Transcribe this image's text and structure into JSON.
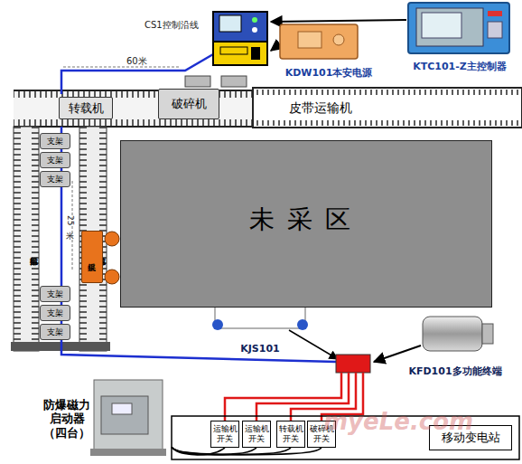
{
  "diagram": {
    "nodes": [
      {
        "text": [
          "KTC101-Z主控制器"
        ]
      },
      {
        "text": [
          "KDW101本安电源"
        ]
      },
      {
        "text": [
          "转载机"
        ]
      },
      {
        "text": [
          "破碎机"
        ]
      },
      {
        "text": [
          "皮带运输机"
        ]
      },
      {
        "text": [
          "后部运输机"
        ]
      },
      {
        "text": [
          "前部运输机"
        ]
      },
      {
        "text": [
          "支架"
        ]
      },
      {
        "text": [
          "支架"
        ]
      },
      {
        "text": [
          "支架"
        ]
      },
      {
        "text": [
          "采煤机"
        ]
      },
      {
        "text": [
          "支架"
        ]
      },
      {
        "text": [
          "支架"
        ]
      },
      {
        "text": [
          "支架"
        ]
      },
      {
        "text": [
          "未采区"
        ]
      },
      {
        "text": [
          "KJS101"
        ]
      },
      {
        "text": [
          "KFD101多功能终端"
        ]
      },
      {
        "text": [
          "防爆磁力 启动器 （四台）"
        ]
      },
      {
        "text": [
          "运输机 开关"
        ]
      },
      {
        "text": [
          "运输机 开关"
        ]
      },
      {
        "text": [
          "转载机 开关"
        ]
      },
      {
        "text": [
          "破碎机 开关"
        ]
      },
      {
        "text": [
          "移动变电站"
        ]
      }
    ],
    "edges": [
      {
        "from": 17,
        "to": 18,
        "arrow": "none"
      },
      {
        "from": 17,
        "to": 19,
        "arrow": "none"
      },
      {
        "from": 17,
        "to": 20,
        "arrow": "none"
      },
      {
        "from": 17,
        "to": 21,
        "arrow": "none"
      }
    ],
    "labels": [
      "CS1控制沿线",
      "60米",
      "25米",
      "myeLe.com"
    ]
  }
}
